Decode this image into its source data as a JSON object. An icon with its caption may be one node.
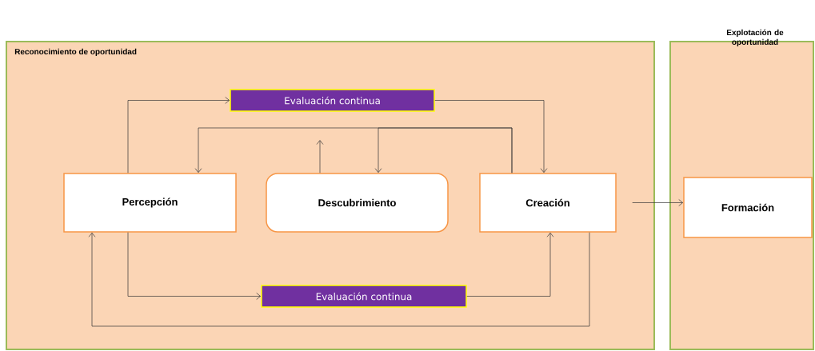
{
  "diagram": {
    "nodes": [
      {
        "text": [
          "Reconocimiento de oportunidad"
        ]
      },
      {
        "text": [
          "Explotación de oportunidad"
        ]
      },
      {
        "text": [
          "Evaluación continua"
        ],
        "in": 0
      },
      {
        "text": [
          "Percepción"
        ],
        "in": 0
      },
      {
        "text": [
          "Descubrimiento"
        ],
        "in": 0
      },
      {
        "text": [
          "Creación"
        ],
        "in": 0
      },
      {
        "text": [
          "Formación"
        ],
        "in": 1
      },
      {
        "text": [
          "Evaluación continua"
        ],
        "in": 0
      }
    ],
    "edges": [
      {
        "from": 3,
        "to": 2,
        "arrow": "to"
      },
      {
        "from": 2,
        "to": 5,
        "arrow": "to"
      },
      {
        "from": 5,
        "to": 3,
        "arrow": "to"
      },
      {
        "from": 5,
        "to": 4,
        "arrow": "to"
      },
      {
        "from": 4,
        "to": null,
        "arrow": "to"
      },
      {
        "from": 3,
        "to": 7,
        "arrow": "to"
      },
      {
        "from": 7,
        "to": 5,
        "arrow": "to"
      },
      {
        "from": 5,
        "to": 3,
        "arrow": "to"
      },
      {
        "from": 5,
        "to": 6,
        "arrow": "to"
      }
    ]
  }
}
